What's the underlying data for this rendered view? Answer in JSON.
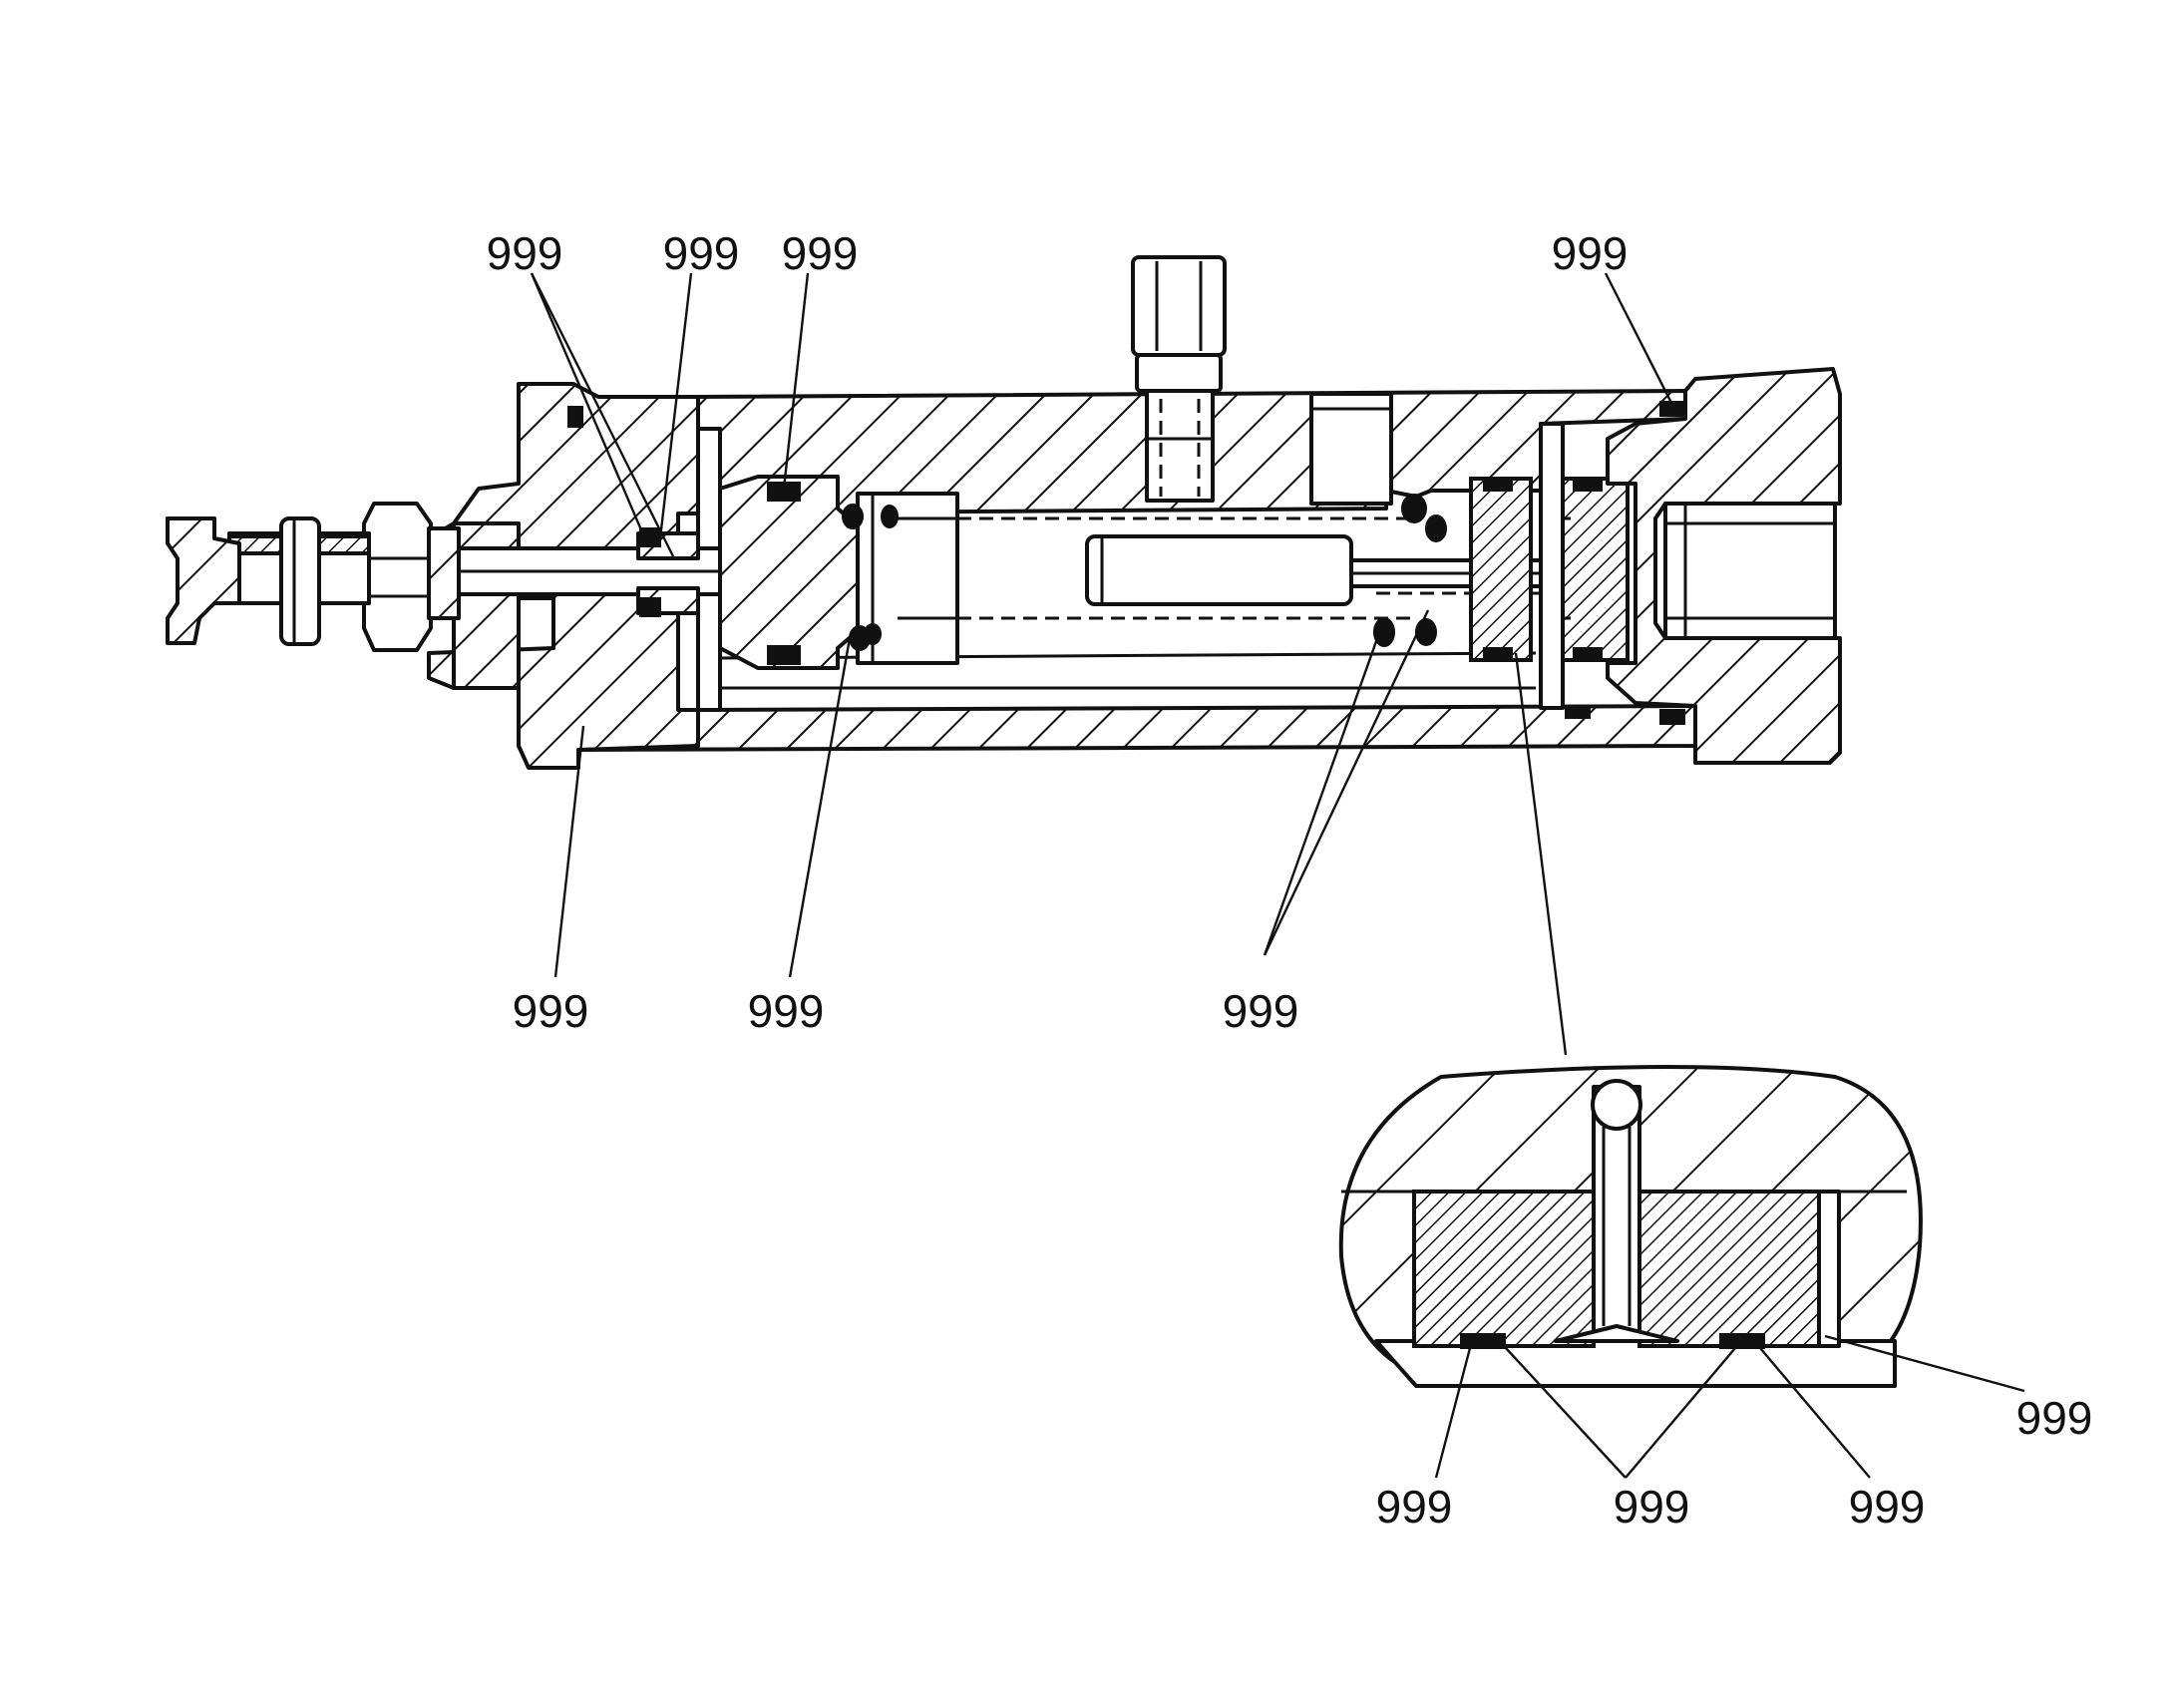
{
  "callouts": {
    "top_1": "999",
    "top_2": "999",
    "top_3": "999",
    "top_4": "999",
    "mid_1": "999",
    "mid_2": "999",
    "mid_3": "999",
    "detail_right": "999",
    "detail_1": "999",
    "detail_2": "999",
    "detail_3": "999"
  },
  "colors": {
    "line": "#111111",
    "background": "#ffffff"
  }
}
